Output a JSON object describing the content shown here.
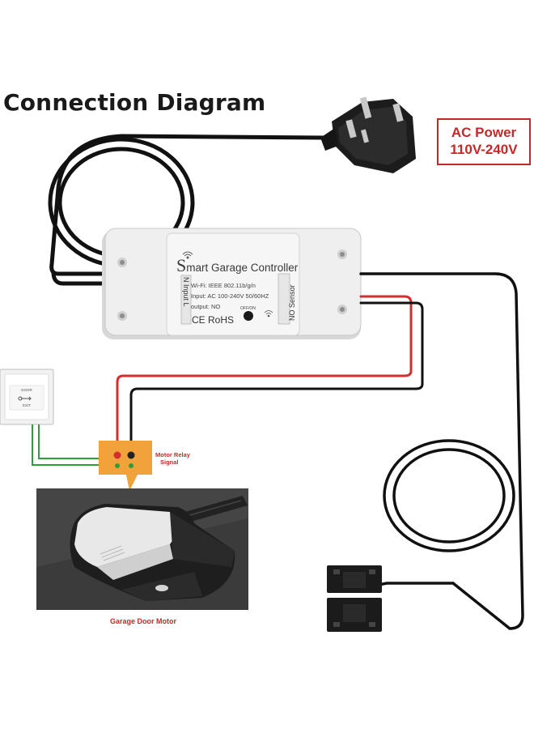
{
  "diagram": {
    "title": "Connection Diagram",
    "ac_power": {
      "line1": "AC Power",
      "line2": "110V-240V"
    },
    "controller": {
      "title": "Smart Garage Controller",
      "spec_wifi": "Wi-Fi: IEEE 802.11b/g/n",
      "spec_input": "Input: AC 100-240V  50/60HZ",
      "spec_output": "output: NO",
      "certification": "CE RoHS",
      "left_terminal_labels": "N  Input  L",
      "right_terminal_label": "NO Sensor",
      "switch_label": "OFF/ON"
    },
    "exit_button": {
      "line1": "DOOR",
      "line2": "EXIT"
    },
    "relay_label": {
      "line1": "Motor Relay",
      "line2": "Signal"
    },
    "motor_label": "Garage Door Motor"
  },
  "colors": {
    "title": "#1a1a1a",
    "accent_red": "#c62828",
    "cable_black": "#111111",
    "wire_red": "#d32f2f",
    "wire_green": "#2e9e3a",
    "relay_orange": "#f2a23a",
    "photo_bg": "#3b3b3b"
  }
}
